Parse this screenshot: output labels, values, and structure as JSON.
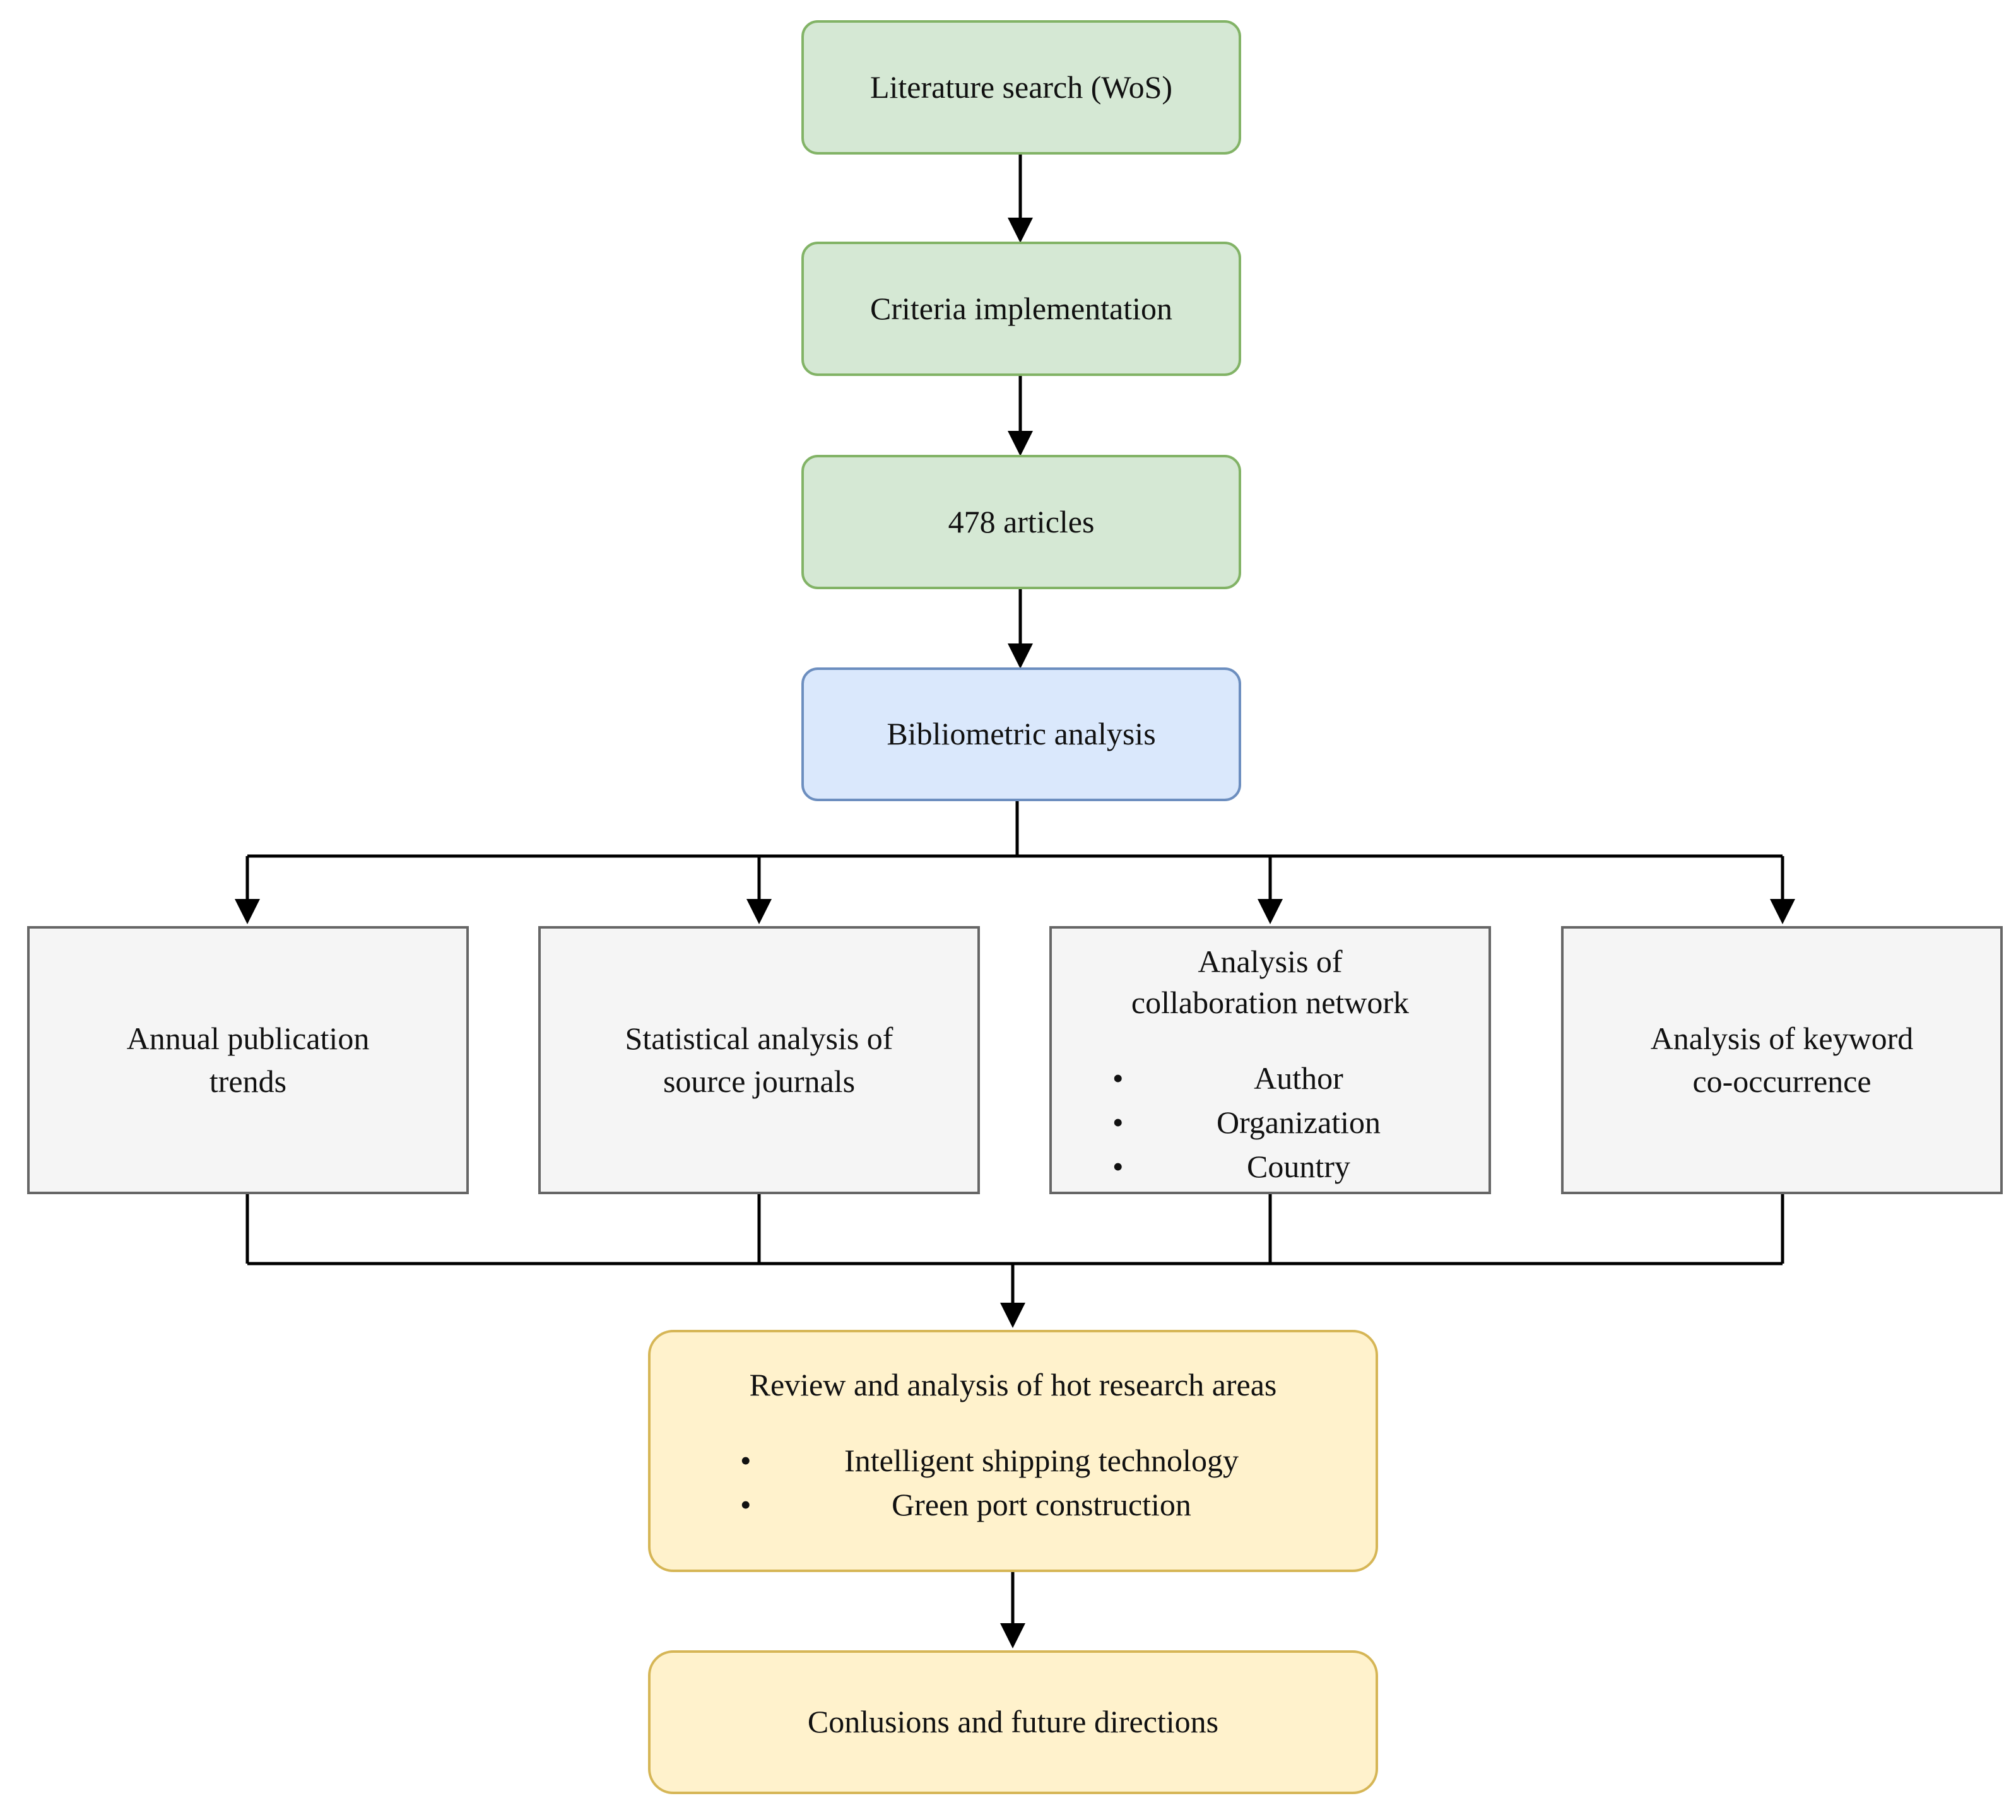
{
  "nodes": {
    "search": "Literature search (WoS)",
    "criteria": "Criteria implementation",
    "articles": "478 articles",
    "bibliometric": "Bibliometric analysis",
    "annual": "Annual publication trends",
    "journals": "Statistical analysis of source journals",
    "collab": {
      "title_line1": "Analysis of",
      "title_line2": "collaboration network",
      "items": [
        "Author",
        "Organization",
        "Country"
      ]
    },
    "keyword": "Analysis of keyword co-occurrence",
    "hot": {
      "title": "Review and analysis of hot research areas",
      "items": [
        "Intelligent shipping technology",
        "Green port construction"
      ]
    },
    "conclusions": "Conlusions and future directions"
  },
  "colors": {
    "green_fill": "#d5e8d4",
    "green_stroke": "#82b366",
    "blue_fill": "#dae8fc",
    "blue_stroke": "#6c8ebf",
    "grey_fill": "#f5f5f5",
    "grey_stroke": "#666666",
    "yellow_fill": "#fff2cc",
    "yellow_stroke": "#d6b656",
    "edge": "#000000"
  }
}
